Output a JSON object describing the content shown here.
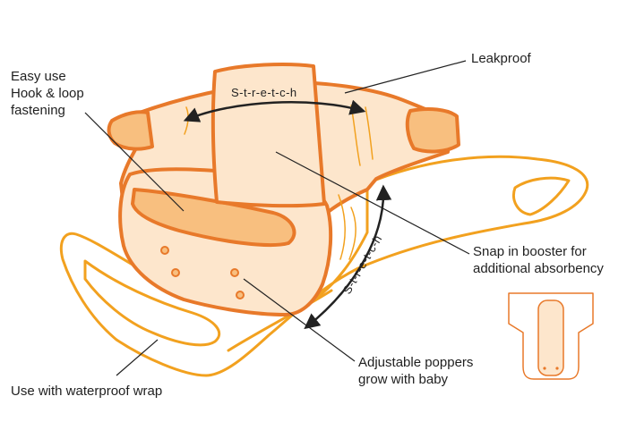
{
  "labels": {
    "fastening": [
      "Easy use",
      "Hook & loop",
      "fastening"
    ],
    "leakproof": "Leakproof",
    "booster": [
      "Snap in booster for",
      "additional absorbency"
    ],
    "poppers": [
      "Adjustable poppers",
      "grow with baby"
    ],
    "wrap": "Use with waterproof wrap",
    "stretch_top": "S-t-r-e-t-c-h",
    "stretch_side": "S-t-r-e-t-c-h"
  },
  "colors": {
    "outline": "#e8792a",
    "fill_light": "#fde6cc",
    "fill_tab": "#f8bf7f",
    "wrap_outline": "#f2a11f",
    "leader": "#222222"
  }
}
